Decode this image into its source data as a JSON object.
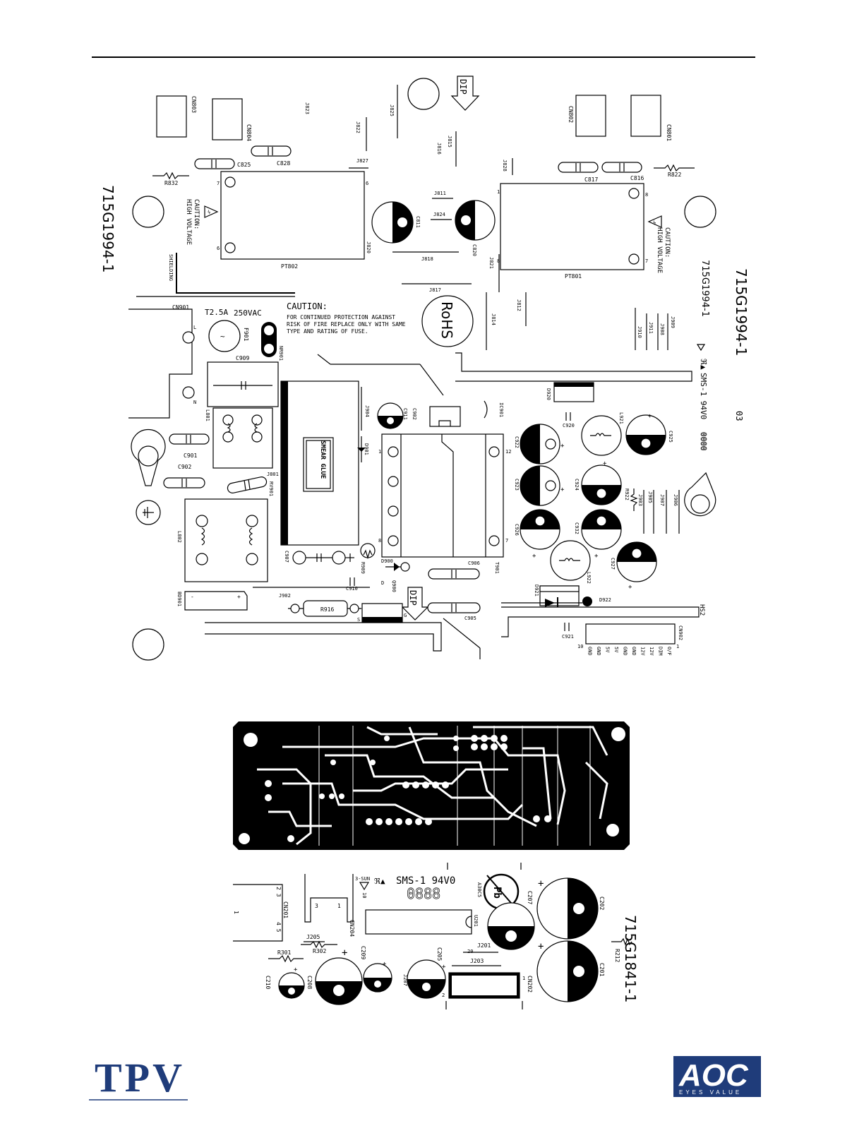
{
  "board_main": {
    "part_number": "715G1994-1",
    "revision": "03",
    "rohs": "RoHS",
    "dip": "DIP",
    "smear_glue": "SMEAR GLUE",
    "shielding": "SHIELDING",
    "caution_hv_title": "CAUTION:",
    "caution_hv_text": "HIGH VOLTAGE",
    "fuse_rating": "T2.5A",
    "fuse_voltage": "250VAC",
    "caution_title": "CAUTION:",
    "caution_line1": "FOR CONTINUED PROTECTION AGAINST",
    "caution_line2": "RISK OF FIRE REPLACE ONLY WITH SAME",
    "caution_line3": "TYPE AND RATING OF FUSE.",
    "vendor_mark": "SMS-1 94V0",
    "date_code": "0000",
    "heatsink": "HS2",
    "cn902_pins": [
      "O/F",
      "DIM",
      "12V",
      "12V",
      "GND",
      "GND",
      "5V",
      "5V",
      "GND",
      "GND"
    ],
    "refs": {
      "cn803": "CN803",
      "cn804": "CN804",
      "cn802": "CN802",
      "cn801": "CN801",
      "j823": "J823",
      "j825": "J825",
      "j822": "J822",
      "j815": "J815",
      "j816": "J816",
      "j827": "J827",
      "j828": "J828",
      "j811": "J811",
      "j824": "J824",
      "j818": "J818",
      "j817": "J817",
      "j820": "J820",
      "j821": "J821",
      "j812": "J812",
      "j814": "J814",
      "j910": "J910",
      "j911": "J911",
      "j908": "J908",
      "j909": "J909",
      "c825": "C825",
      "c828": "C828",
      "c817": "C817",
      "c816": "C816",
      "c811": "C811",
      "c820": "C820",
      "r832": "R832",
      "r822": "R822",
      "pt802": "PT802",
      "pt801": "PT801",
      "cn901": "CN901",
      "f901": "F901",
      "nr901": "NR901",
      "c909": "C909",
      "l801": "L801",
      "c901": "C901",
      "c902": "C902",
      "l802": "L802",
      "bd901": "BD901",
      "j801": "J801",
      "rv901": "RV901",
      "j904": "J904",
      "c911": "C911",
      "c902b": "C902",
      "ic901": "IC901",
      "d901": "D901",
      "c907": "C907",
      "r909": "R909",
      "d900": "D900",
      "c910": "C910",
      "q900": "Q900",
      "j902": "J902",
      "r916": "R916",
      "c905": "C905",
      "c906": "C906",
      "t901": "T901",
      "d920": "D920",
      "c920": "C920",
      "l921": "L921",
      "c925": "C925",
      "c922": "C922",
      "c923": "C923",
      "c924": "C924",
      "r922": "R922",
      "j903": "J903",
      "j905": "J905",
      "j907": "J907",
      "j906": "J906",
      "c926": "C926",
      "c932": "C932",
      "c927": "C927",
      "l922": "L922",
      "d921": "D921",
      "d922": "D922",
      "c921": "C921",
      "cn902": "CN902"
    }
  },
  "board_small": {
    "part_number": "715G1841-1",
    "vendor": "3-SUN",
    "vendor_mark": "SMS-1 94V0",
    "date_code": "0888",
    "pb_label": "Pb",
    "refs": {
      "cn201": "CN201",
      "cn204": "CN204",
      "j205": "J205",
      "r302": "R302",
      "r301": "R301",
      "c210": "C210",
      "c208": "C208",
      "c209": "C209",
      "j207": "J207",
      "c205": "C205",
      "u201": "U201",
      "a30c5": "A30C5",
      "c207": "C207",
      "c202": "C202",
      "j201": "J201",
      "j203": "J203",
      "cn202": "CN202",
      "c201": "C201",
      "r212": "R212"
    }
  },
  "logos": {
    "tpv": "TPV",
    "aoc": "AOC",
    "aoc_tagline": "EYES VALUE"
  }
}
